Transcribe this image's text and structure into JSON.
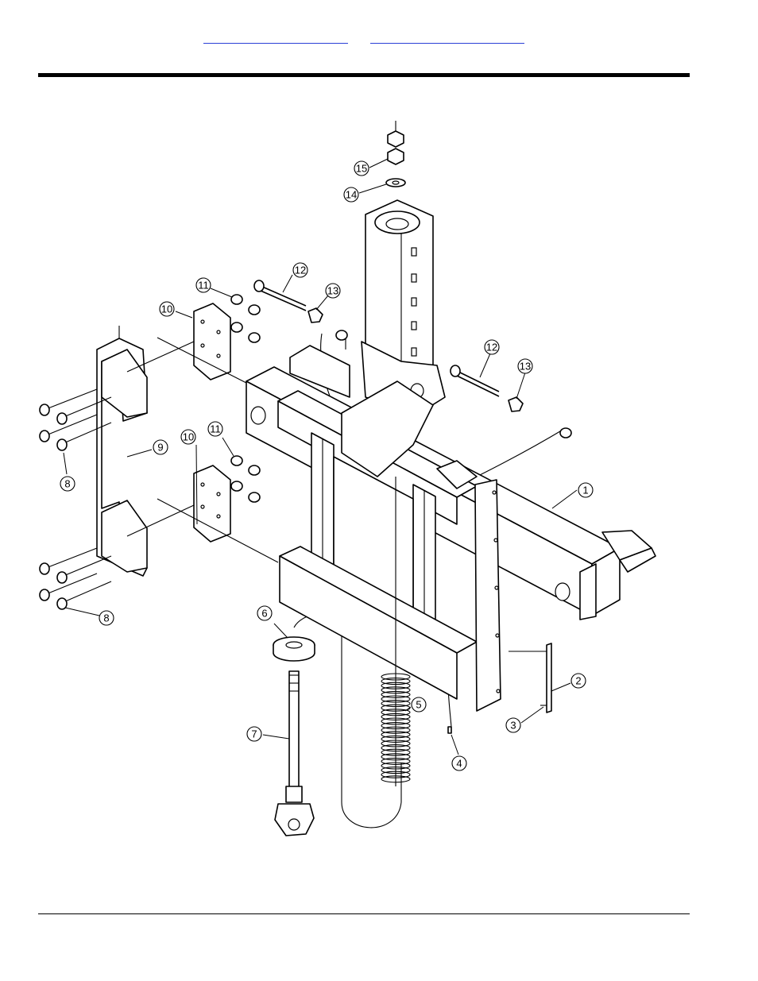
{
  "header": {
    "link_a": "",
    "link_b": ""
  },
  "callouts": [
    {
      "id": "c1",
      "label": "1"
    },
    {
      "id": "c2",
      "label": "2"
    },
    {
      "id": "c3",
      "label": "3"
    },
    {
      "id": "c4",
      "label": "4"
    },
    {
      "id": "c5",
      "label": "5"
    },
    {
      "id": "c6",
      "label": "6"
    },
    {
      "id": "c7",
      "label": "7"
    },
    {
      "id": "c8a",
      "label": "8"
    },
    {
      "id": "c8b",
      "label": "8"
    },
    {
      "id": "c9",
      "label": "9"
    },
    {
      "id": "c10a",
      "label": "10"
    },
    {
      "id": "c10b",
      "label": "10"
    },
    {
      "id": "c11a",
      "label": "11"
    },
    {
      "id": "c11b",
      "label": "11"
    },
    {
      "id": "c12a",
      "label": "12"
    },
    {
      "id": "c12b",
      "label": "12"
    },
    {
      "id": "c13a",
      "label": "13"
    },
    {
      "id": "c13b",
      "label": "13"
    },
    {
      "id": "c14",
      "label": "14"
    },
    {
      "id": "c15",
      "label": "15"
    }
  ],
  "colors": {
    "link": "#2a3fd6",
    "ink": "#000000"
  }
}
